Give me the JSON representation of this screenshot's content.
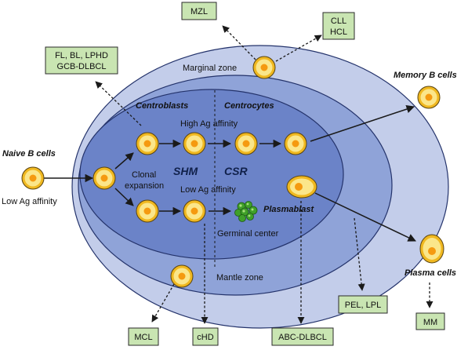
{
  "boxes": {
    "mzl": "MZL",
    "cll_line1": "CLL",
    "cll_line2": "HCL",
    "fl_line1": "FL, BL, LPHD",
    "fl_line2": "GCB-DLBCL",
    "pel": "PEL, LPL",
    "mm": "MM",
    "mcl": "MCL",
    "chd": "cHD",
    "abc": "ABC-DLBCL"
  },
  "labels": {
    "marginal_zone": "Marginal zone",
    "centroblasts": "Centroblasts",
    "centrocytes": "Centrocytes",
    "high_affinity": "High Ag affinity",
    "low_affinity_inner": "Low Ag affinity",
    "clonal_line1": "Clonal",
    "clonal_line2": "expansion",
    "shm": "SHM",
    "csr": "CSR",
    "plasmablast": "Plasmablast",
    "germinal_center": "Germinal center",
    "mantle_zone": "Mantle zone",
    "naive_b_cells": "Naive B cells",
    "low_affinity_outer": "Low Ag affinity",
    "memory_b_cells": "Memory B cells",
    "plasma_cells": "Plasma cells"
  },
  "colors": {
    "marginal_zone_fill": "#c3cdea",
    "mantle_zone_fill": "#8fa3d8",
    "germinal_center_fill": "#6b83c8",
    "box_fill": "#c9e5b2",
    "cell_outer": "#f0b820",
    "cell_inner": "#fbe68a",
    "nucleus": "#f59a10",
    "apoptotic_body": "#3fa02a"
  },
  "icons": [
    "cell-icon",
    "plasmablast-cell-icon",
    "plasma-cell-icon",
    "apoptotic-cell-icon"
  ]
}
